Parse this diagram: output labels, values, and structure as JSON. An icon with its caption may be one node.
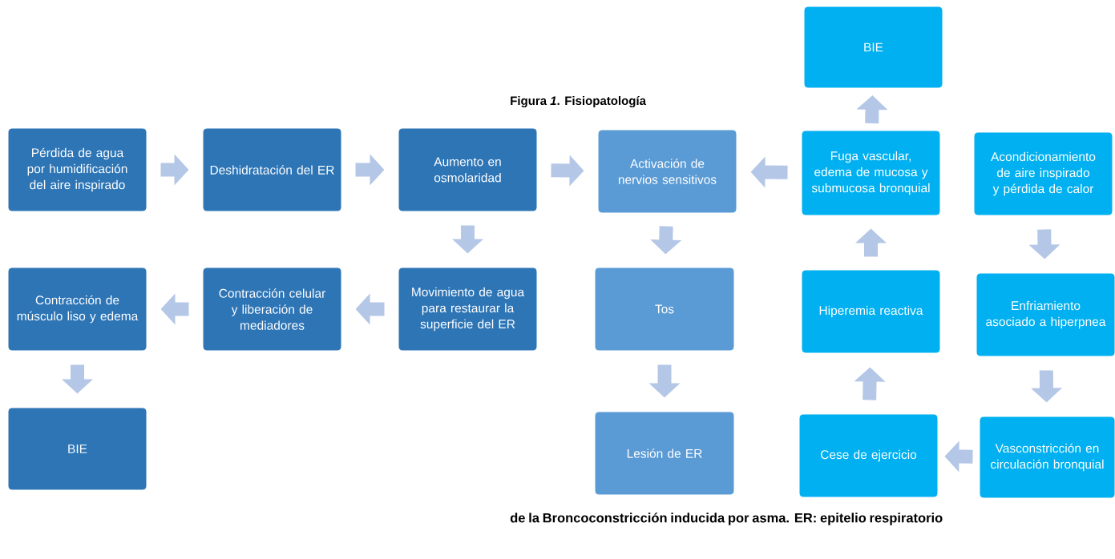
{
  "diagram": {
    "title": "Figura *1*. Fisiopatología",
    "caption": "de la Broncoconstricción inducida por asma. ER: epitelio respiratorio",
    "nodes": [
      {
        "text": [
          "Pérdida de agua por humidificación del aire inspirado"
        ]
      },
      {
        "text": [
          "Deshidratación del ER"
        ]
      },
      {
        "text": [
          "Aumento en osmolaridad"
        ]
      },
      {
        "text": [
          "Activación de nervios sensitivos"
        ]
      },
      {
        "text": [
          "Movimiento de agua para restaurar la superficie del ER"
        ]
      },
      {
        "text": [
          "Contracción celular y liberación de mediadores"
        ]
      },
      {
        "text": [
          "Contracción de músculo liso y edema"
        ]
      },
      {
        "text": [
          "BIE"
        ]
      },
      {
        "text": [
          "Tos"
        ]
      },
      {
        "text": [
          "Lesión de ER"
        ]
      },
      {
        "text": [
          "BIE"
        ]
      },
      {
        "text": [
          "Fuga vascular, edema de mucosa y submucosa bronquial"
        ]
      },
      {
        "text": [
          "Acondicionamiento de aire inspirado y pérdida de calor"
        ]
      },
      {
        "text": [
          "Hiperemia reactiva"
        ]
      },
      {
        "text": [
          "Enfriamiento asociado a hiperpnea"
        ]
      },
      {
        "text": [
          "Cese de ejercicio"
        ]
      },
      {
        "text": [
          "Vasconstricción en circulación bronquial"
        ]
      }
    ],
    "edges": [
      {
        "from": 0,
        "to": 1,
        "arrow": "to"
      },
      {
        "from": 1,
        "to": 2,
        "arrow": "to"
      },
      {
        "from": 2,
        "to": 3,
        "arrow": "to"
      },
      {
        "from": 2,
        "to": 4,
        "arrow": "to"
      },
      {
        "from": 4,
        "to": 5,
        "arrow": "to"
      },
      {
        "from": 5,
        "to": 6,
        "arrow": "to"
      },
      {
        "from": 6,
        "to": 7,
        "arrow": "to"
      },
      {
        "from": 3,
        "to": 8,
        "arrow": "to"
      },
      {
        "from": 8,
        "to": 9,
        "arrow": "to"
      },
      {
        "from": 11,
        "to": 3,
        "arrow": "to"
      },
      {
        "from": 11,
        "to": 10,
        "arrow": "to"
      },
      {
        "from": 13,
        "to": 11,
        "arrow": "to"
      },
      {
        "from": 15,
        "to": 13,
        "arrow": "to"
      },
      {
        "from": 16,
        "to": 15,
        "arrow": "to"
      },
      {
        "from": 14,
        "to": 16,
        "arrow": "to"
      },
      {
        "from": 12,
        "to": 14,
        "arrow": "to"
      }
    ]
  }
}
